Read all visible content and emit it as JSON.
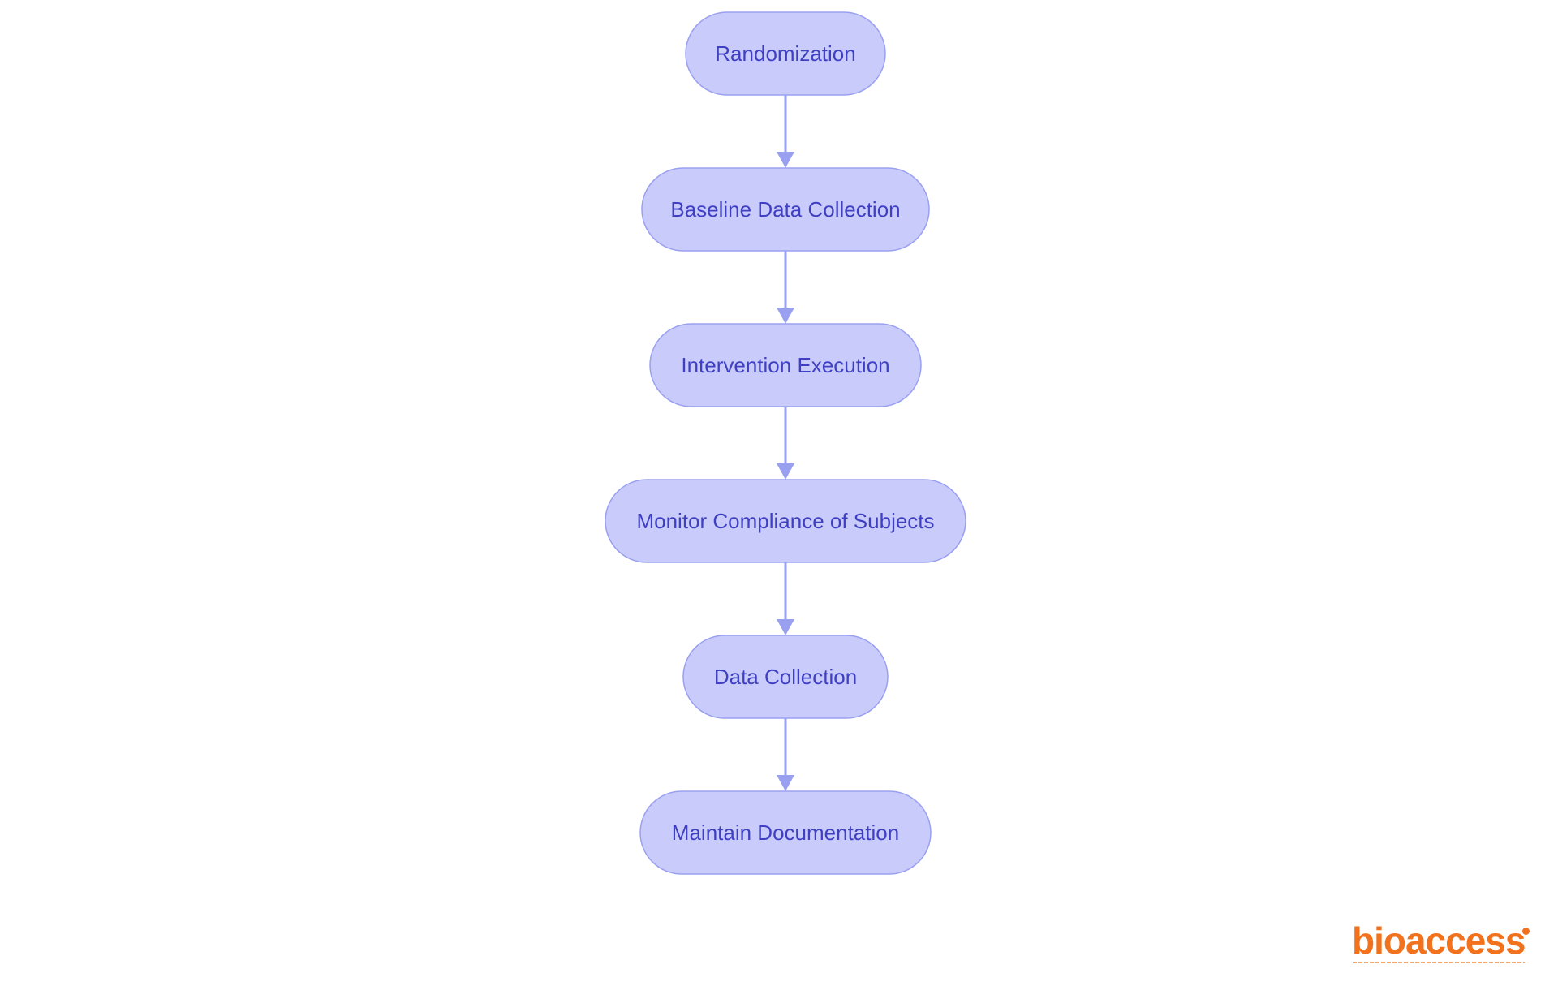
{
  "diagram": {
    "nodes": [
      {
        "id": "randomization",
        "label": "Randomization"
      },
      {
        "id": "baseline",
        "label": "Baseline Data Collection"
      },
      {
        "id": "intervention",
        "label": "Intervention Execution"
      },
      {
        "id": "monitor",
        "label": "Monitor Compliance of Subjects"
      },
      {
        "id": "data",
        "label": "Data Collection"
      },
      {
        "id": "documentation",
        "label": "Maintain Documentation"
      }
    ],
    "edges": [
      {
        "from": "randomization",
        "to": "baseline"
      },
      {
        "from": "baseline",
        "to": "intervention"
      },
      {
        "from": "intervention",
        "to": "monitor"
      },
      {
        "from": "monitor",
        "to": "data"
      },
      {
        "from": "data",
        "to": "documentation"
      }
    ],
    "colors": {
      "node_fill": "#c9ccfb",
      "node_border": "#9aa0f0",
      "node_text": "#3f3fc2",
      "edge": "#9aa0f0"
    }
  },
  "logo": {
    "text": "bioaccess",
    "color": "#f2711c"
  }
}
